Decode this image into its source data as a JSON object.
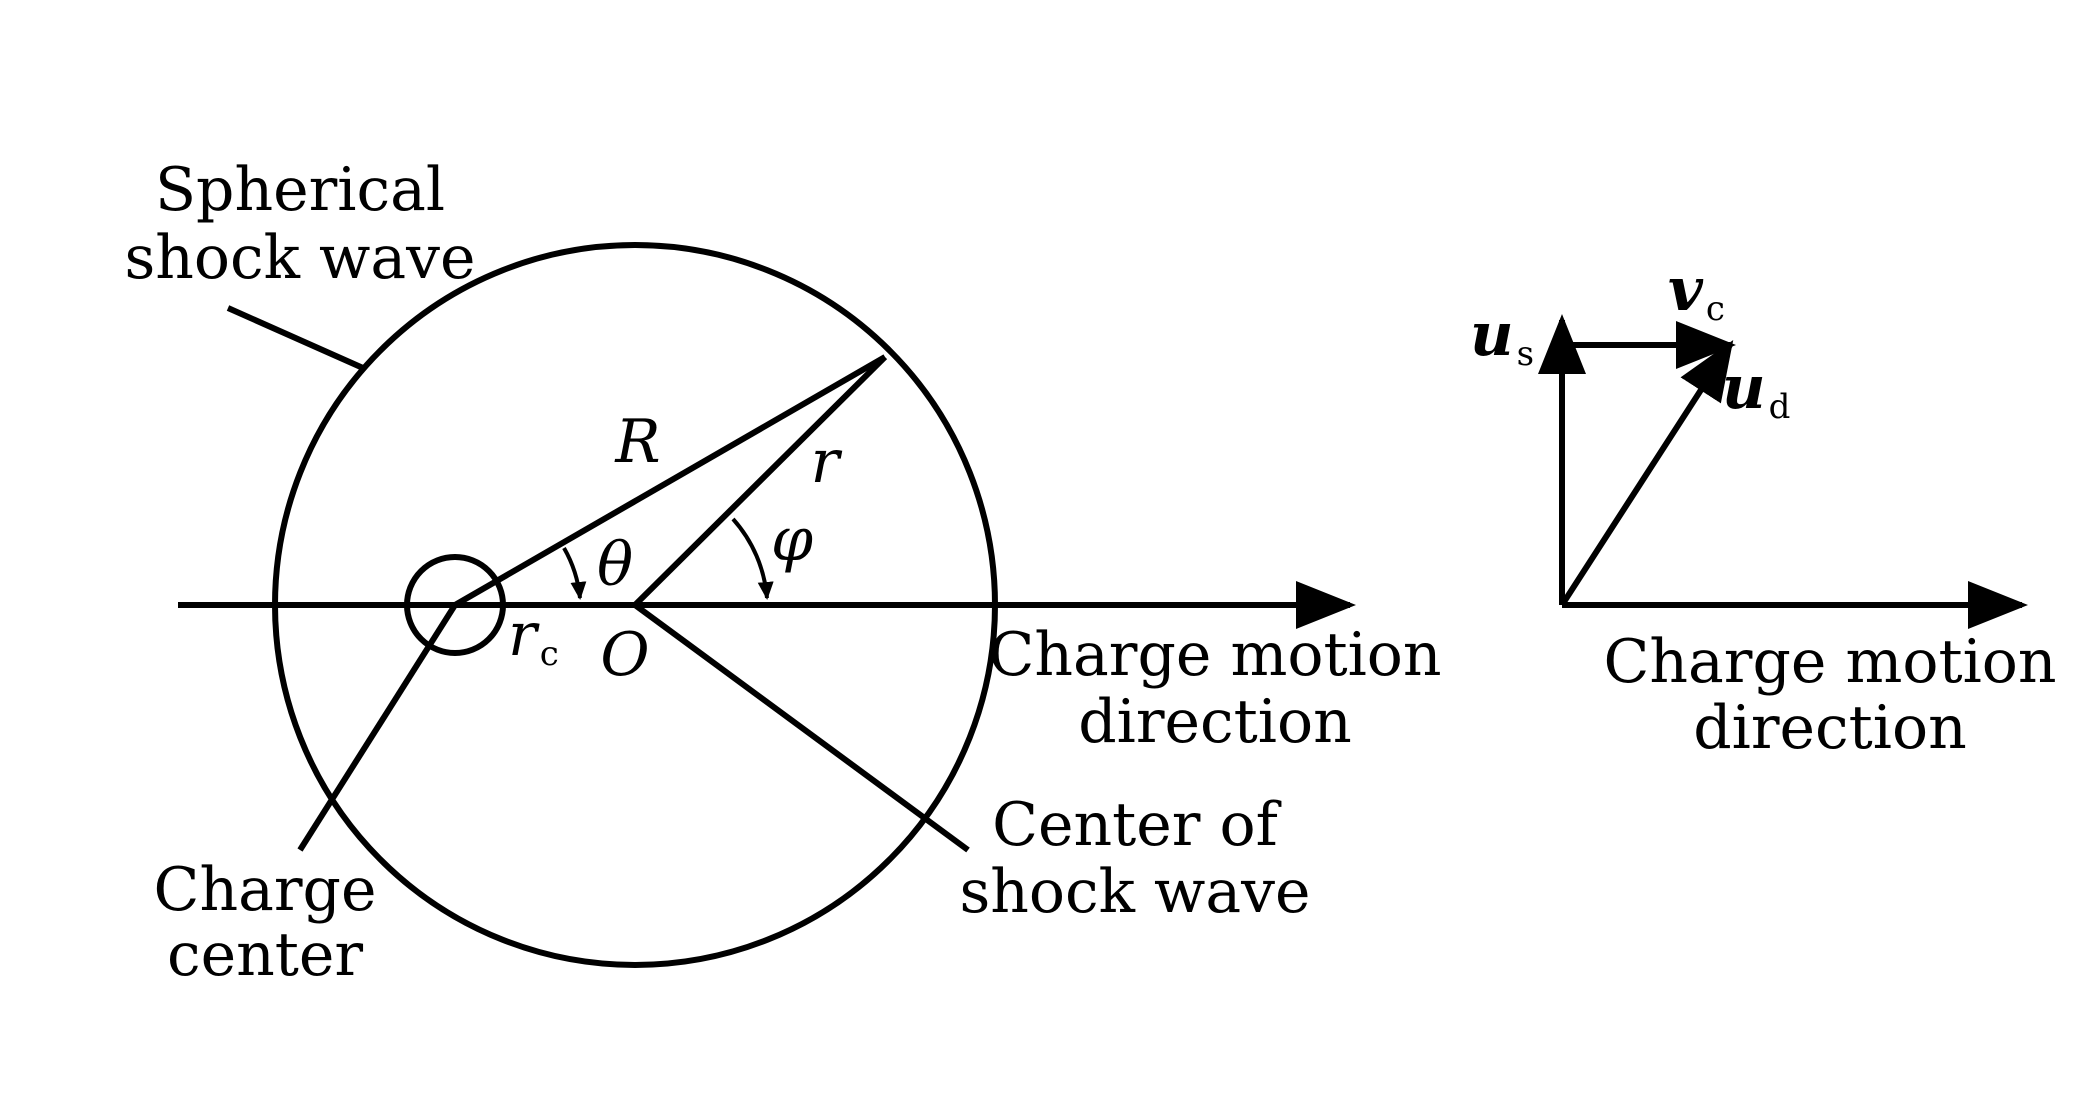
{
  "labels": {
    "spherical_shock_wave": [
      "Spherical",
      "shock wave"
    ],
    "charge_center": [
      "Charge",
      "center"
    ],
    "center_of_shock_wave": [
      "Center of",
      "shock wave"
    ],
    "charge_motion_left": [
      "Charge motion",
      "direction"
    ],
    "charge_motion_right": [
      "Charge motion",
      "direction"
    ]
  },
  "symbols": {
    "R": "R",
    "r": "r",
    "theta": "θ",
    "phi": "φ",
    "r_c": {
      "main": "r",
      "sub": "c"
    },
    "O": "O",
    "u_s": {
      "main": "u",
      "sub": "s"
    },
    "v_c": {
      "main": "v",
      "sub": "c"
    },
    "u_d": {
      "main": "u",
      "sub": "d"
    }
  }
}
